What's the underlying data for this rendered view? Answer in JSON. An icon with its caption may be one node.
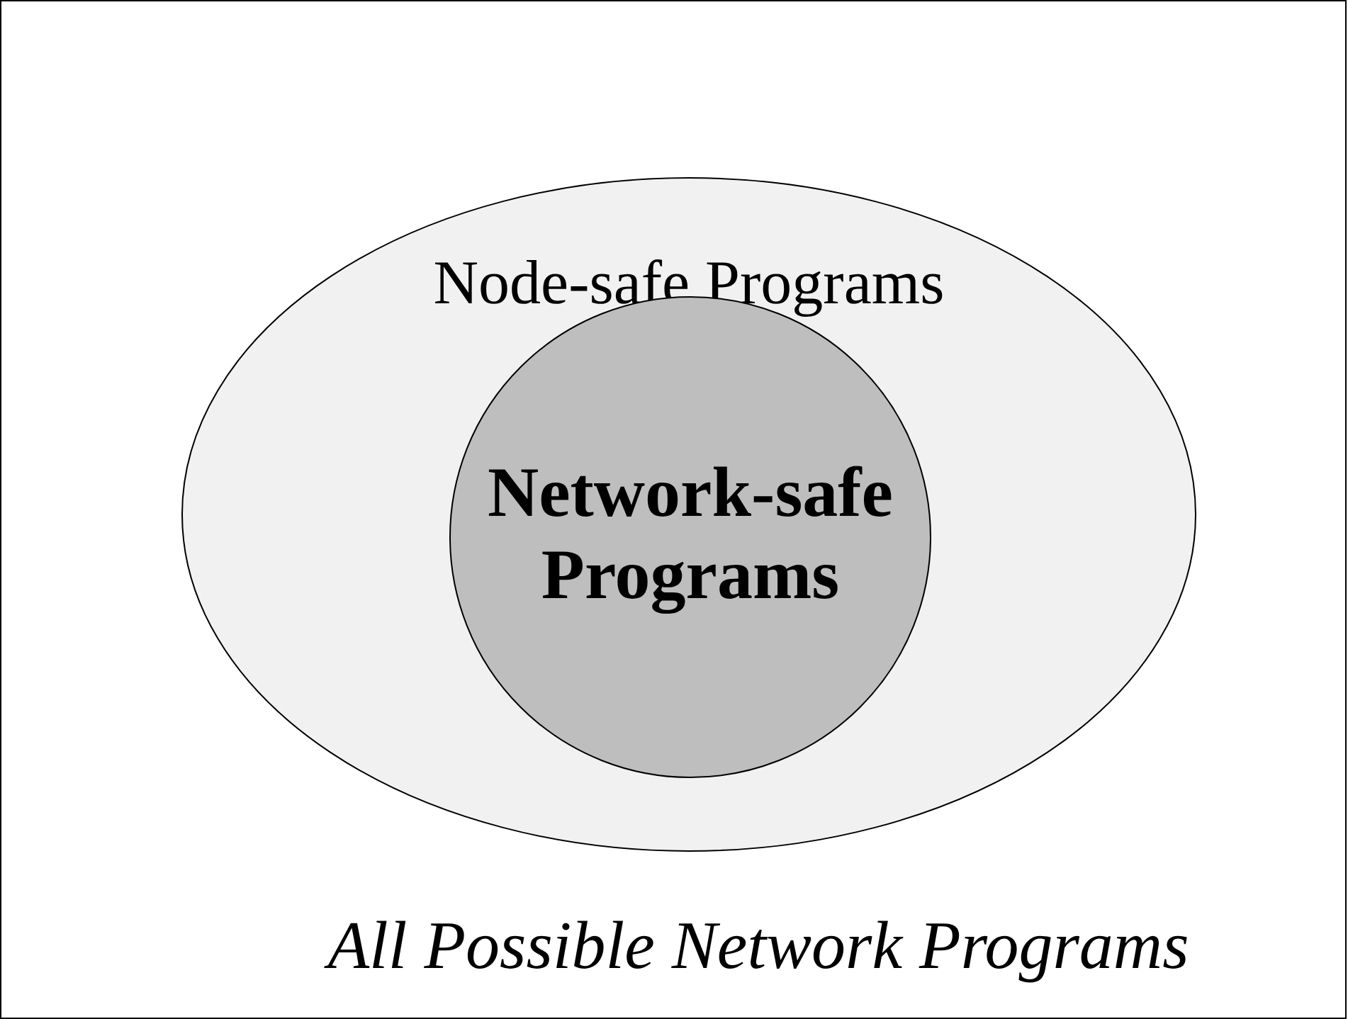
{
  "diagram": {
    "nodes": [
      {
        "text": [
          "All Possible Network Programs"
        ]
      },
      {
        "text": [
          "Node-safe Programs"
        ],
        "in": 0
      },
      {
        "text": [
          "Network-safe Programs"
        ],
        "in": 1
      }
    ]
  }
}
